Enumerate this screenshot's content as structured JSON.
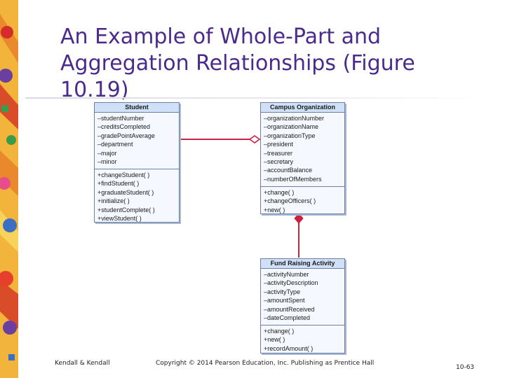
{
  "slide": {
    "title_line1": "An Example of Whole-Part and",
    "title_line2": "Aggregation Relationships (Figure 10.19)",
    "accent_color": "#4a2a8c",
    "link_color": "#cc2244"
  },
  "classes": {
    "student": {
      "name": "Student",
      "attributes": [
        "–studentNumber",
        "–creditsCompleted",
        "–gradePointAverage",
        "–department",
        "–major",
        "–minor"
      ],
      "operations": [
        "+changeStudent( )",
        "+findStudent( )",
        "+graduateStudent( )",
        "+initialize( )",
        "+studentComplete( )",
        "+viewStudent( )"
      ]
    },
    "campus": {
      "name": "Campus Organization",
      "attributes": [
        "–organizationNumber",
        "–organizationName",
        "–organizationType",
        "–president",
        "–treasurer",
        "–secretary",
        "–accountBalance",
        "–numberOfMembers"
      ],
      "operations": [
        "+change( )",
        "+changeOfficers( )",
        "+new( )"
      ]
    },
    "fund": {
      "name": "Fund Raising Activity",
      "attributes": [
        "–activityNumber",
        "–activityDescription",
        "–activityType",
        "–amountSpent",
        "–amountReceived",
        "–dateCompleted"
      ],
      "operations": [
        "+change( )",
        "+new( )",
        "+recordAmount( )"
      ]
    }
  },
  "relationships": [
    {
      "from": "Student",
      "to": "Campus Organization",
      "kind": "aggregation",
      "marker": "hollow-diamond"
    },
    {
      "from": "Fund Raising Activity",
      "to": "Campus Organization",
      "kind": "whole-part",
      "marker": "filled-diamond"
    }
  ],
  "footer": {
    "left": "Kendall & Kendall",
    "center": "Copyright © 2014 Pearson Education, Inc. Publishing as Prentice Hall",
    "right": "10-63"
  }
}
